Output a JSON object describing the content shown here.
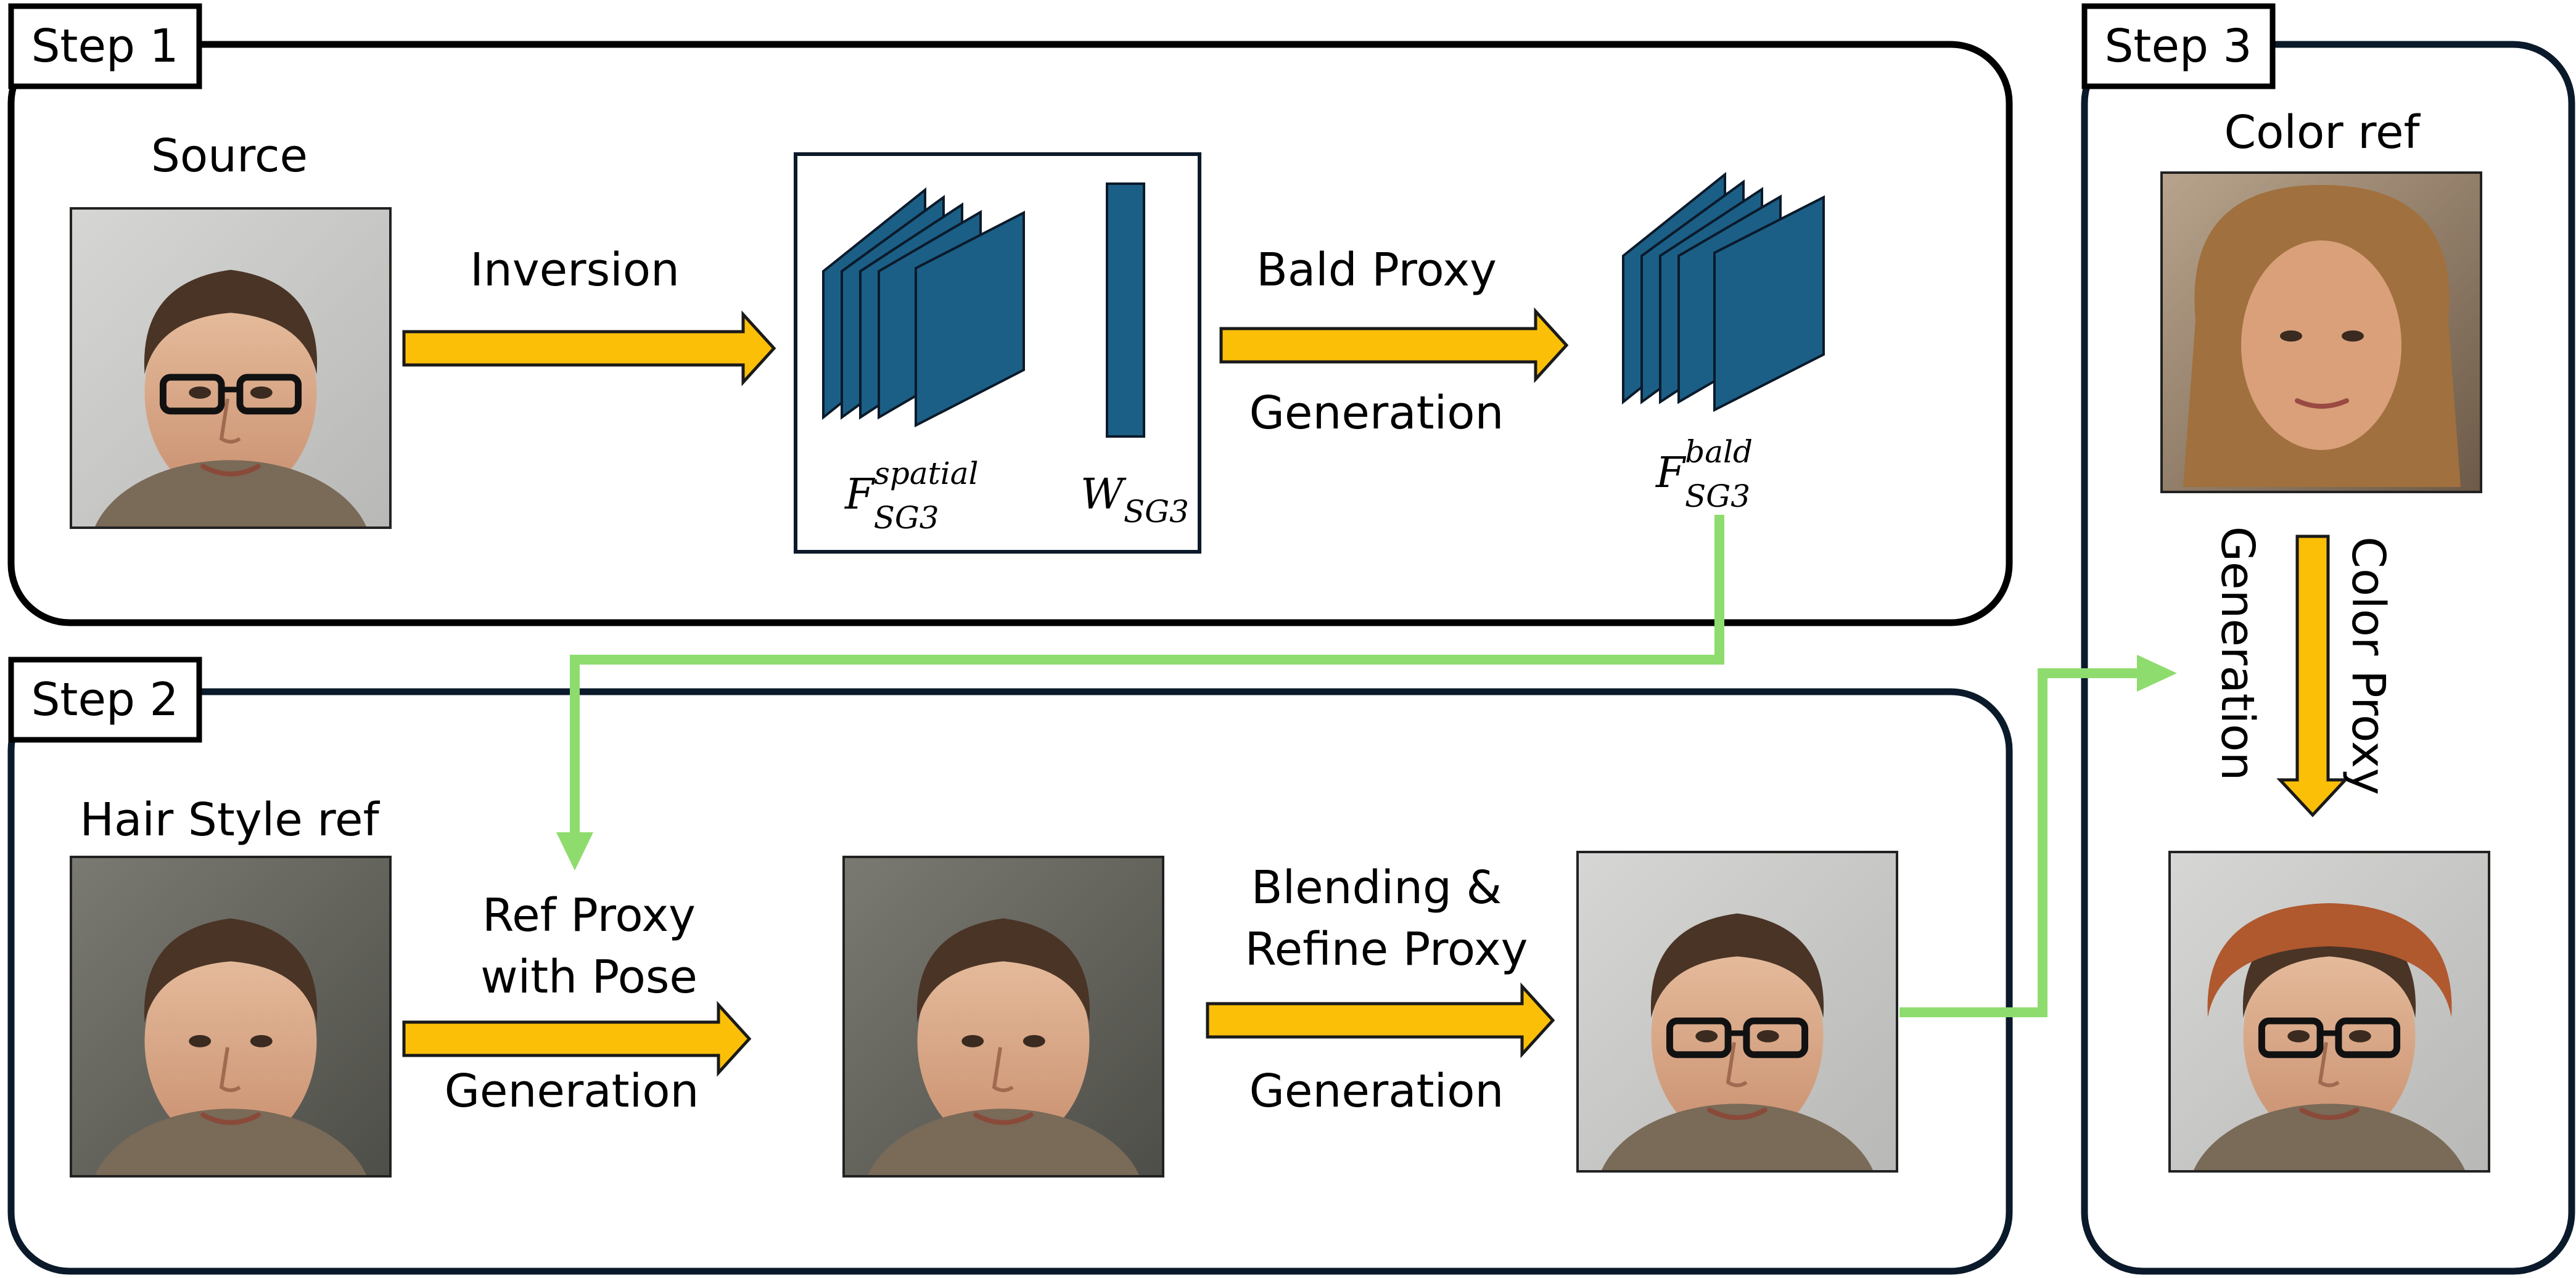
{
  "steps": {
    "step1": {
      "label": "Step 1"
    },
    "step2": {
      "label": "Step 2"
    },
    "step3": {
      "label": "Step 3"
    }
  },
  "step1": {
    "source_label": "Source",
    "inversion_label": "Inversion",
    "bald_proxy_label": "Bald Proxy",
    "generation_label": "Generation",
    "f_spatial": {
      "base": "F",
      "sup": "spatial",
      "sub": "SG3"
    },
    "w_sg3": {
      "base": "W",
      "sub": "SG3"
    },
    "f_bald": {
      "base": "F",
      "sup": "bald",
      "sub": "SG3"
    }
  },
  "step2": {
    "hair_ref_label": "Hair Style ref",
    "ref_proxy_line1": "Ref Proxy",
    "ref_proxy_line2": "with Pose",
    "generation_label_1": "Generation",
    "blend_line1": "Blending &",
    "blend_line2": "Refine Proxy",
    "generation_label_2": "Generation"
  },
  "step3": {
    "color_ref_label": "Color ref",
    "color_proxy_label": "Color Proxy",
    "generation_label": "Generation"
  },
  "colors": {
    "frame": "#0b1a2a",
    "feature_block": "#1b5f86",
    "arrow_orange": "#fbbf08",
    "arrow_green": "#8fdc6e"
  },
  "photos": [
    "source-face-photo",
    "hair-style-ref-photo",
    "ref-proxy-result-photo",
    "blended-result-photo",
    "color-ref-photo",
    "final-result-photo"
  ]
}
